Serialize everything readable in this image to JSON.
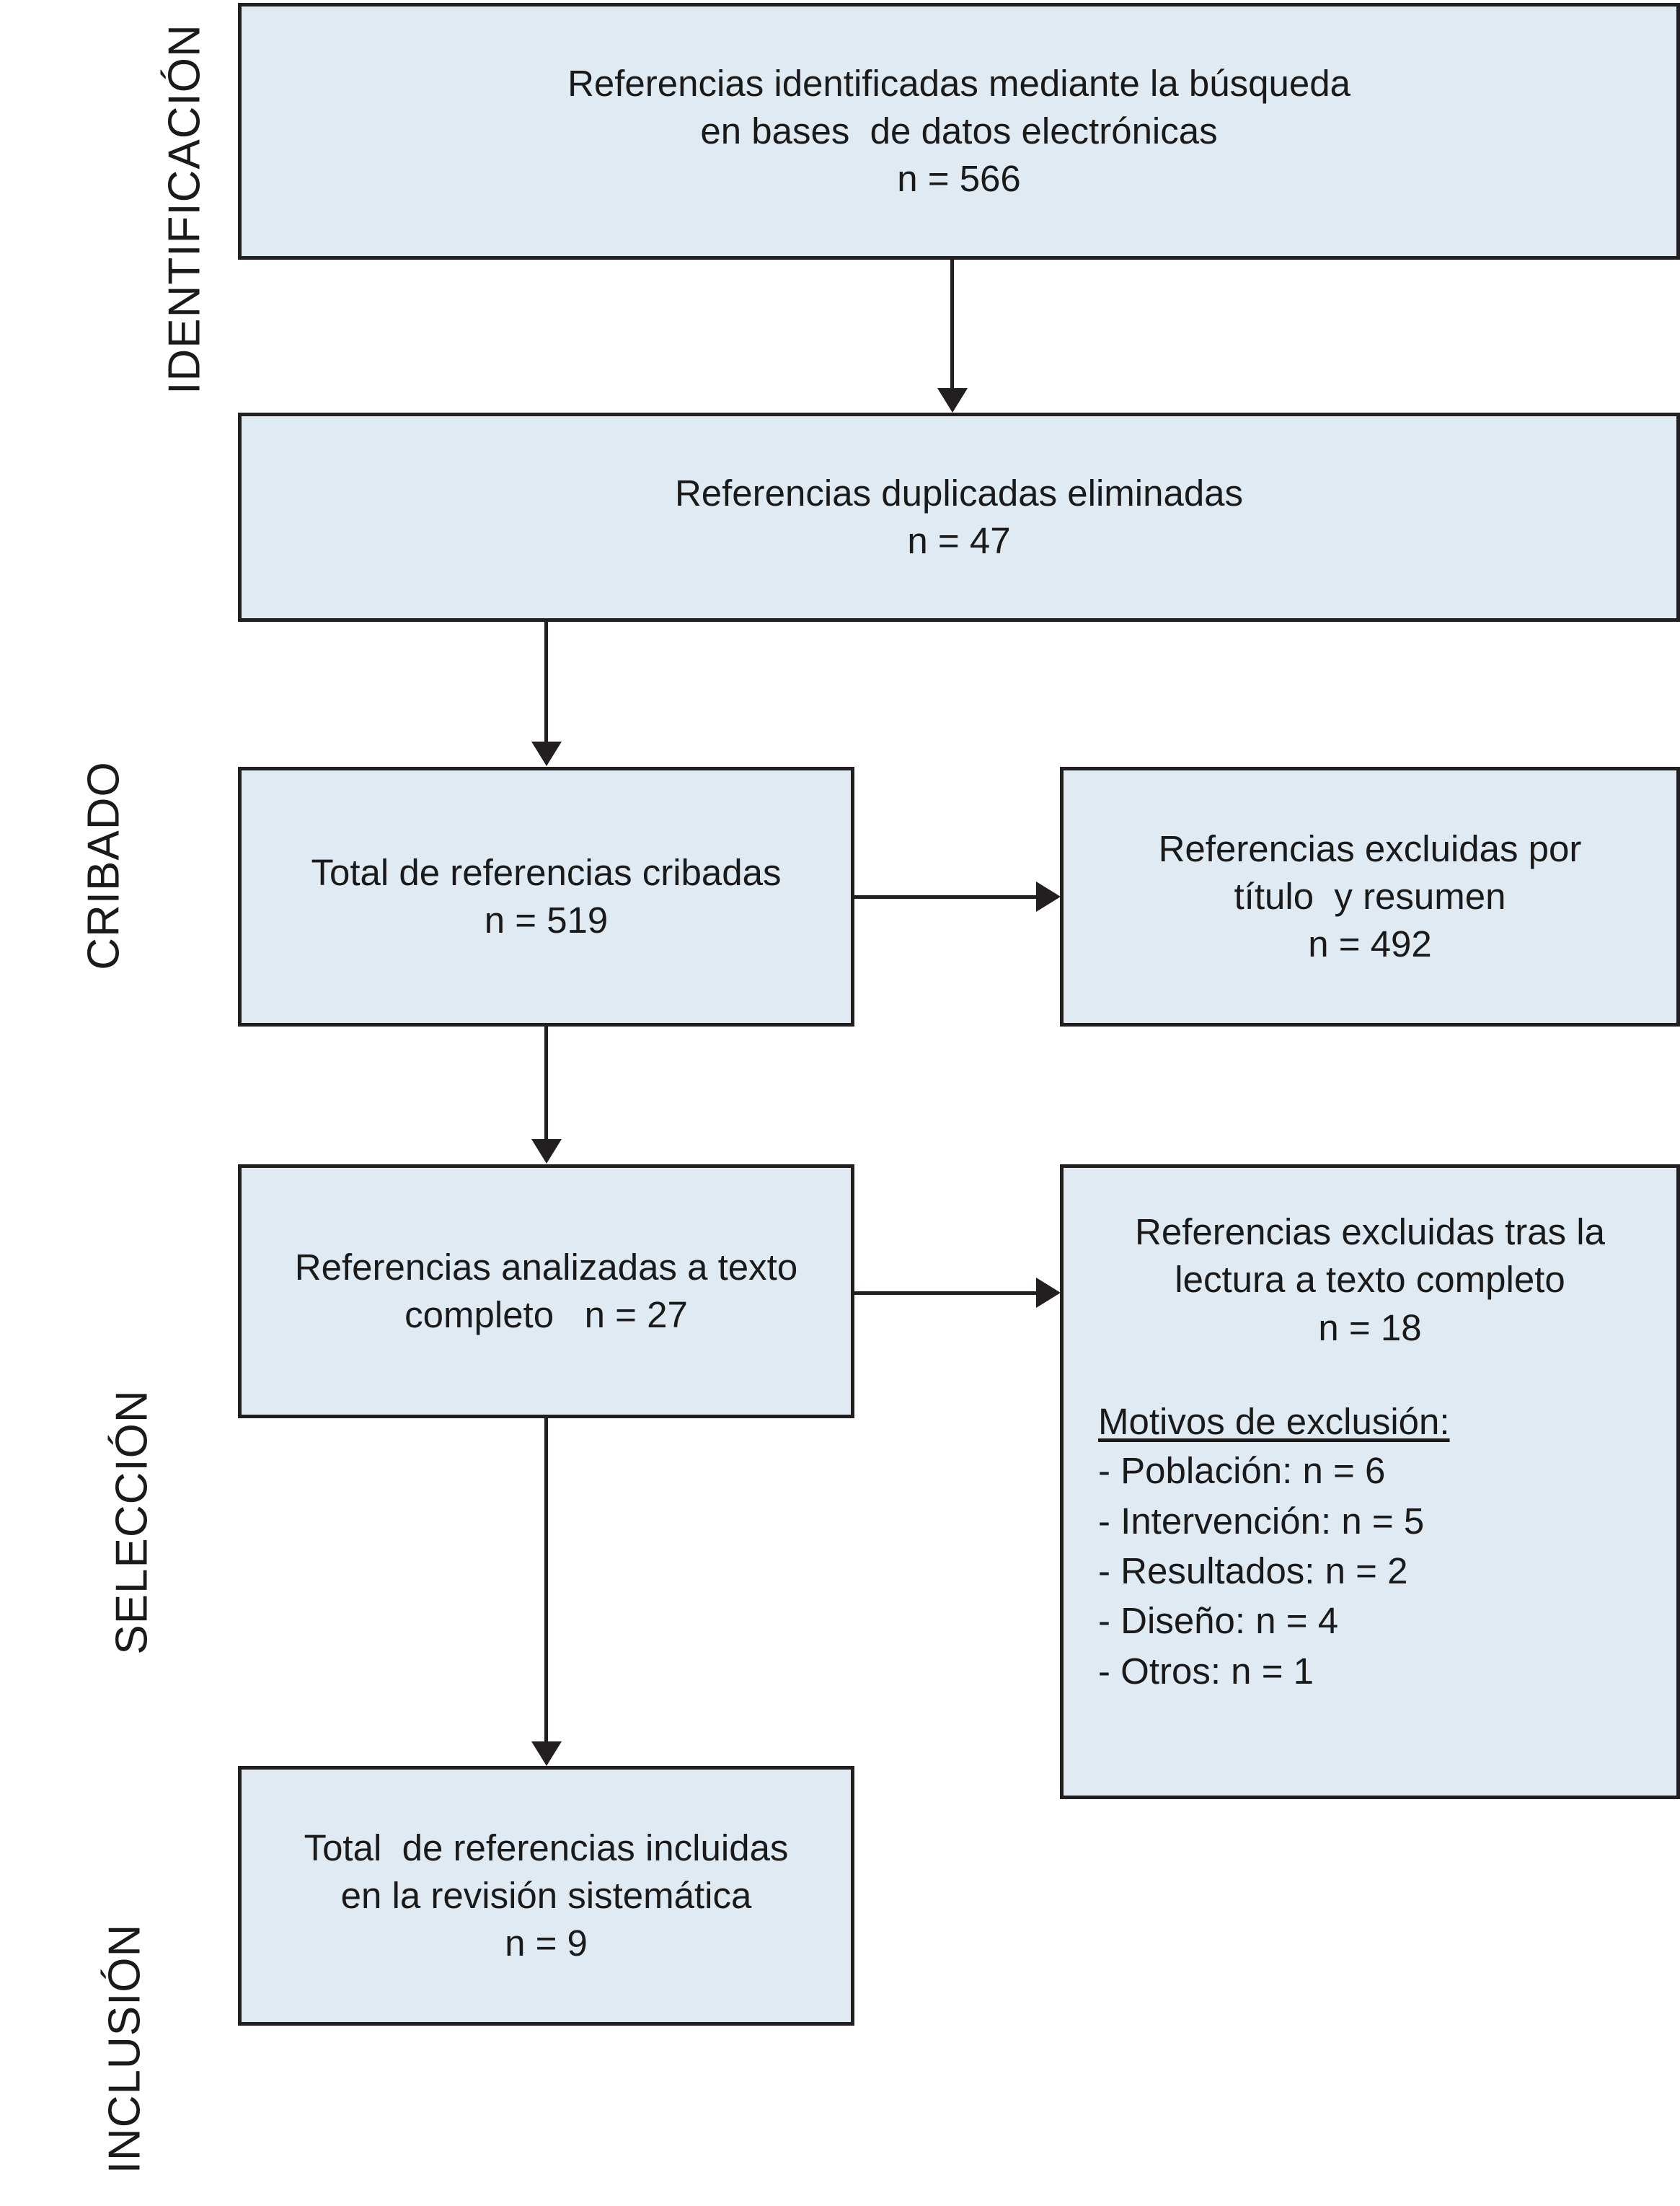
{
  "figure": {
    "type": "prisma-flow-diagram",
    "language": "es",
    "colors": {
      "box_fill": "#dfeaf3",
      "box_border": "#231f20",
      "text": "#1a1a1a",
      "background": "#ffffff"
    }
  },
  "stages": [
    {
      "id": "identificacion",
      "label": "IDENTIFICACIÓN"
    },
    {
      "id": "cribado",
      "label": "CRIBADO"
    },
    {
      "id": "seleccion",
      "label": "SELECCIÓN"
    },
    {
      "id": "inclusion",
      "label": "INCLUSIÓN"
    }
  ],
  "nodes": {
    "identified": {
      "id": "identified",
      "lines": [
        "Referencias identificadas mediante la búsqueda",
        "en bases  de datos electrónicas",
        "n = 566"
      ],
      "n": 566
    },
    "duplicates_removed": {
      "id": "duplicates_removed",
      "lines": [
        "Referencias duplicadas eliminadas",
        "n = 47"
      ],
      "n": 47
    },
    "screened": {
      "id": "screened",
      "lines": [
        "Total de referencias cribadas",
        "n = 519"
      ],
      "n": 519
    },
    "excluded_title_abstract": {
      "id": "excluded_title_abstract",
      "lines": [
        "Referencias excluidas por",
        "título  y resumen",
        "n = 492"
      ],
      "n": 492
    },
    "fulltext_assessed": {
      "id": "fulltext_assessed",
      "lines": [
        "Referencias analizadas a texto",
        "completo   n = 27"
      ],
      "n": 27
    },
    "excluded_fulltext": {
      "id": "excluded_fulltext",
      "lines": [
        "Referencias excluidas tras la",
        "lectura a texto completo",
        "n = 18"
      ],
      "n": 18,
      "reasons_title": "Motivos de exclusión:",
      "reasons": [
        "- Población: n = 6",
        "- Intervención: n = 5",
        "- Resultados: n = 2",
        "- Diseño: n = 4",
        "- Otros: n = 1"
      ],
      "reasons_values": {
        "Población": 6,
        "Intervención": 5,
        "Resultados": 2,
        "Diseño": 4,
        "Otros": 1
      }
    },
    "included": {
      "id": "included",
      "lines": [
        "Total  de referencias incluidas",
        "en la revisión sistemática",
        "n = 9"
      ],
      "n": 9
    }
  }
}
